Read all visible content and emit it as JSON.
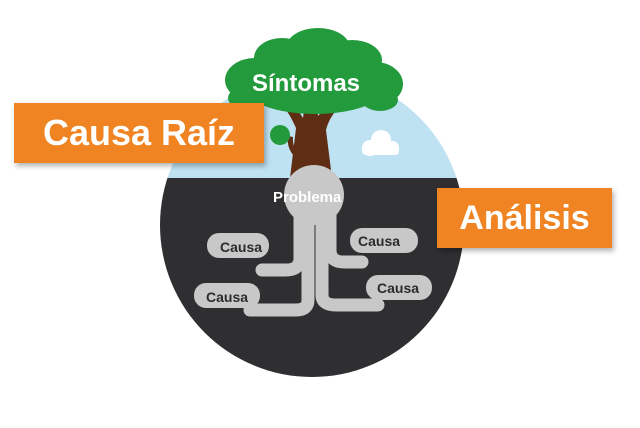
{
  "labels": {
    "root_cause": "Causa Raíz",
    "analysis": "Análisis",
    "symptoms": "Síntomas",
    "problem": "Problema",
    "causes": [
      "Causa",
      "Causa",
      "Causa",
      "Causa"
    ]
  },
  "colors": {
    "orange": "#f08322",
    "tree_green": "#239b3c",
    "trunk_brown": "#5f2d14",
    "soil_dark": "#2f2f31",
    "sky_blue": "#bfe2f2",
    "root_gray": "#c8c8c8"
  }
}
